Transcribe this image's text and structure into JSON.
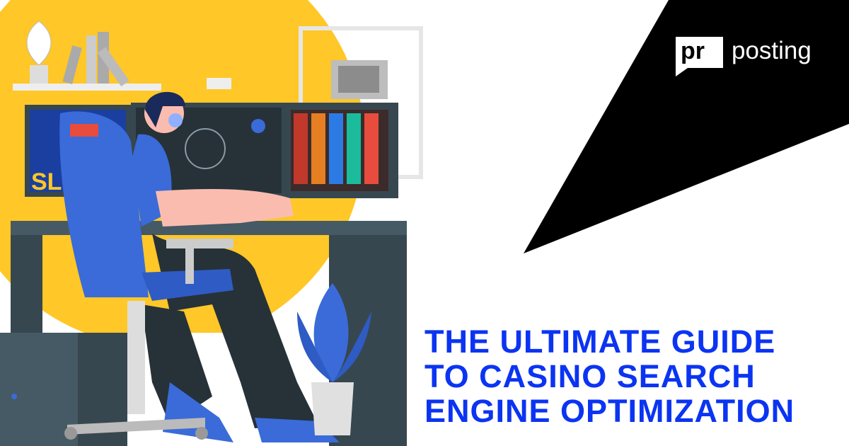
{
  "brand": {
    "mark": "pr",
    "name": "posting"
  },
  "headline": {
    "lines": [
      "THE ULTIMATE GUIDE",
      "TO CASINO SEARCH",
      "ENGINE OPTIMIZATION"
    ]
  },
  "illustration": {
    "slot_sign": "SL"
  },
  "colors": {
    "headline": "#0b34f2",
    "accent_yellow": "#ffc727",
    "chair_blue": "#3a6bd9",
    "desk_dark": "#37474f"
  }
}
